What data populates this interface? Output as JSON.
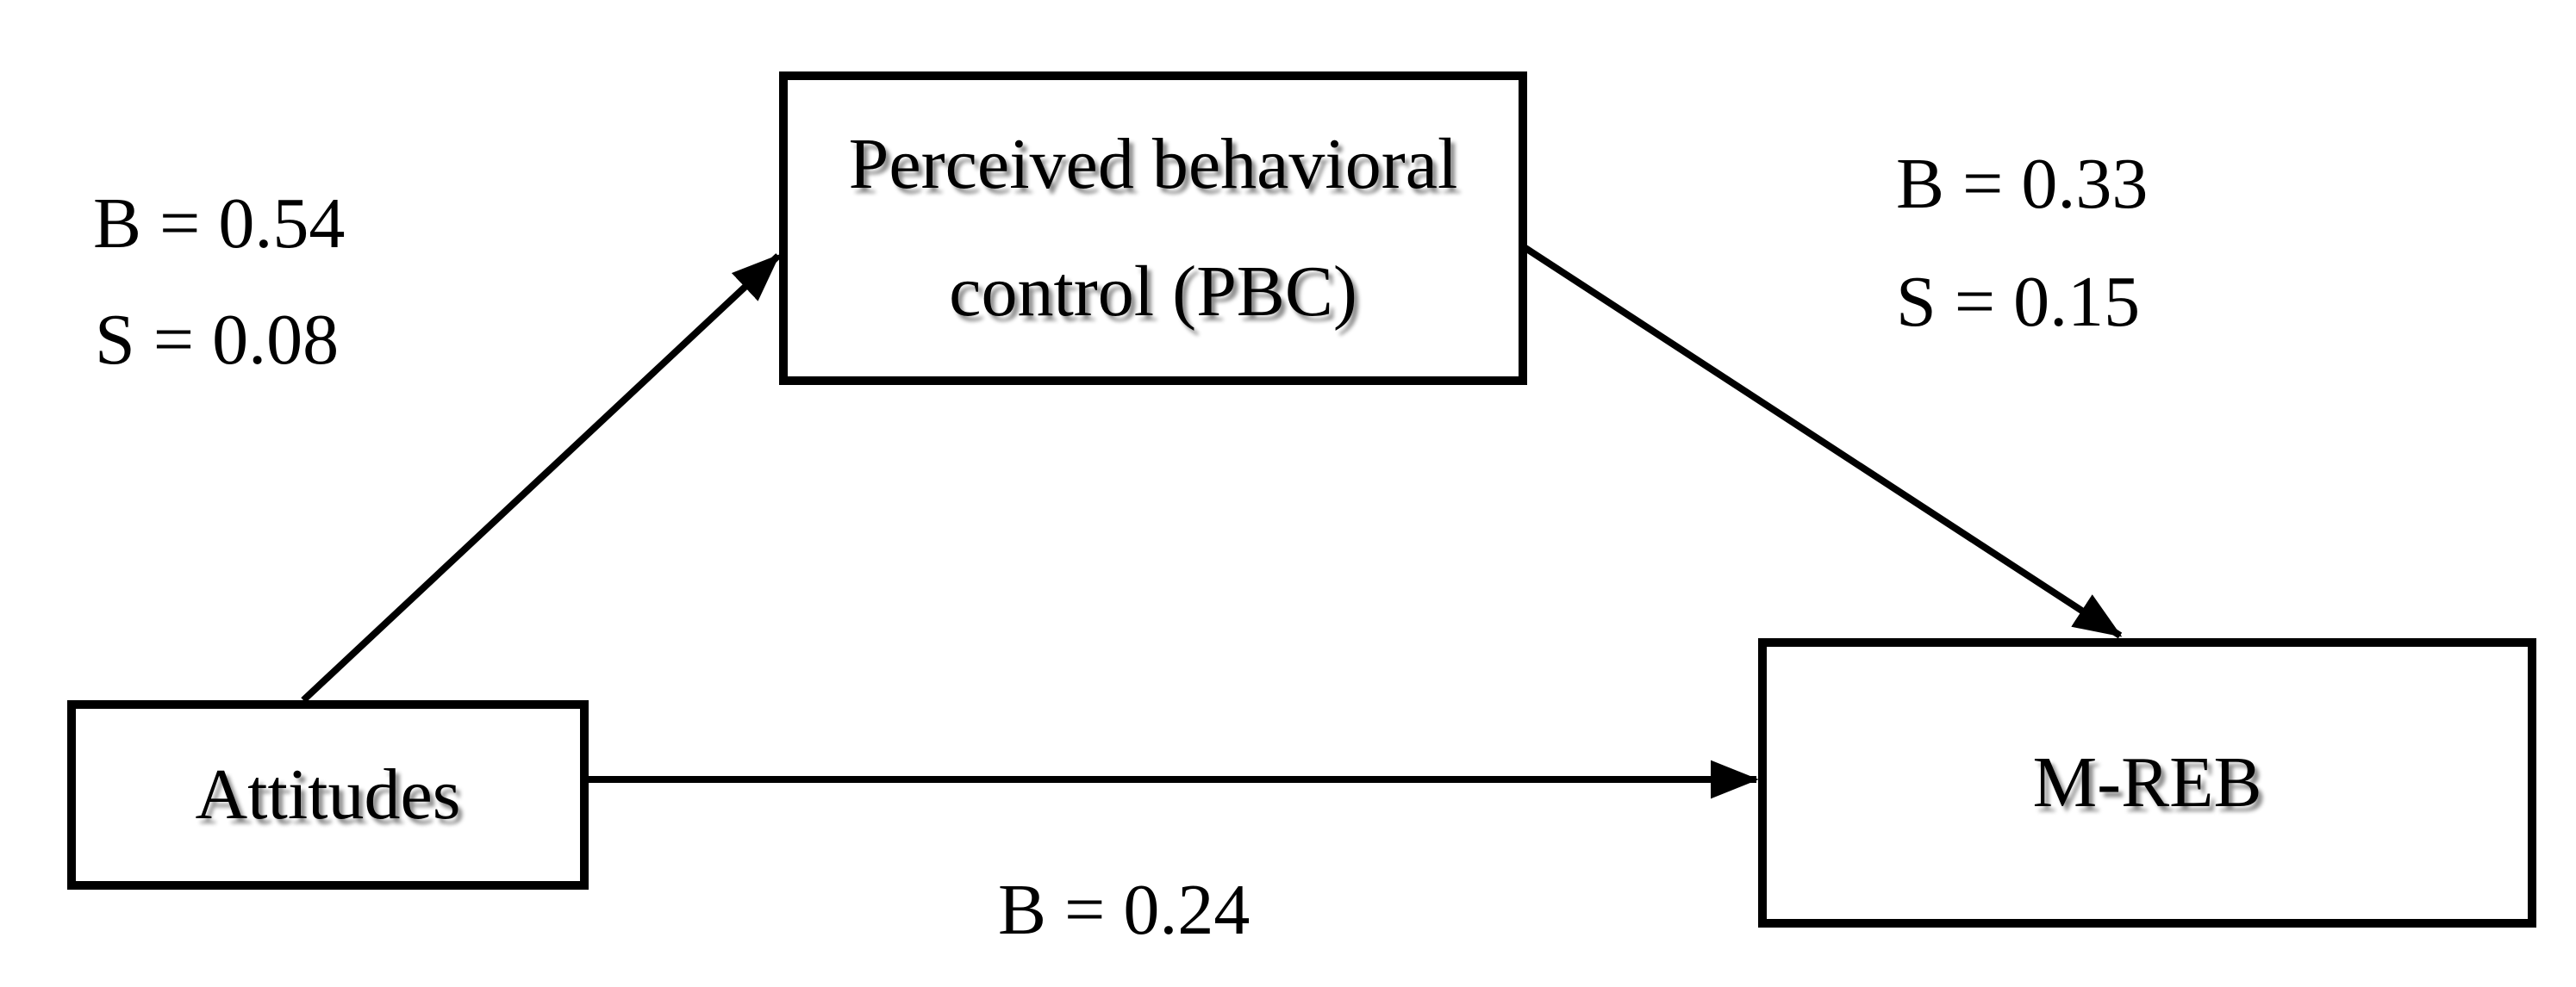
{
  "diagram": {
    "background_color": "#ffffff",
    "line_color": "#000000",
    "text_color": "#000000",
    "nodes": {
      "attitudes": {
        "label": "Attitudes"
      },
      "pbc": {
        "line1": "Perceived behavioral",
        "line2": "control (PBC)"
      },
      "mreb": {
        "label": "M-REB"
      }
    },
    "edges": {
      "attitudes_to_pbc": {
        "b": "B = 0.54",
        "s": "S = 0.08"
      },
      "pbc_to_mreb": {
        "b": "B = 0.33",
        "s": "S = 0.15"
      },
      "attitudes_to_mreb": {
        "b": "B = 0.24"
      }
    }
  }
}
